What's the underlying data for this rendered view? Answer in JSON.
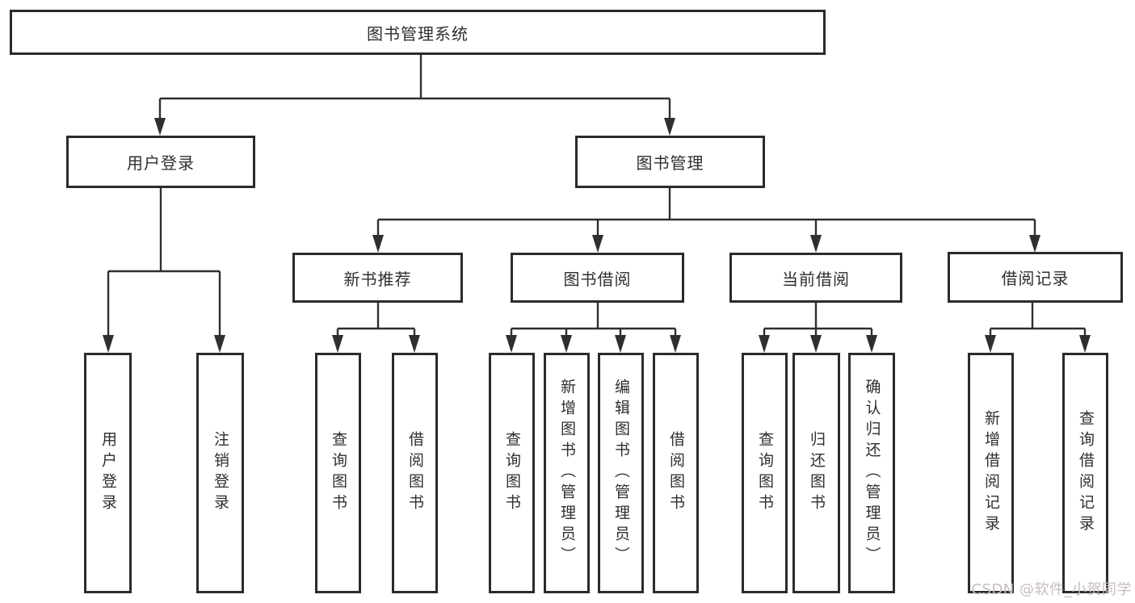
{
  "colors": {
    "ink": "#2f2f2f",
    "box_border": "#2b2b2b",
    "background": "#ffffff",
    "watermark": "#c8bdbd"
  },
  "watermark": {
    "text": "CSDN @软件_小贺同学"
  },
  "diagram": {
    "root": {
      "label": "图书管理系统"
    },
    "branches": [
      {
        "label": "用户登录",
        "children": [
          {
            "label": "用户登录"
          },
          {
            "label": "注销登录"
          }
        ]
      },
      {
        "label": "图书管理",
        "children": [
          {
            "label": "新书推荐",
            "children": [
              {
                "label": "查询图书"
              },
              {
                "label": "借阅图书"
              }
            ]
          },
          {
            "label": "图书借阅",
            "children": [
              {
                "label": "查询图书"
              },
              {
                "label": "新增图书（管理员）"
              },
              {
                "label": "编辑图书（管理员）"
              },
              {
                "label": "借阅图书"
              }
            ]
          },
          {
            "label": "当前借阅",
            "children": [
              {
                "label": "查询图书"
              },
              {
                "label": "归还图书"
              },
              {
                "label": "确认归还（管理员）"
              }
            ]
          },
          {
            "label": "借阅记录",
            "children": [
              {
                "label": "新增借阅记录"
              },
              {
                "label": "查询借阅记录"
              }
            ]
          }
        ]
      }
    ]
  }
}
